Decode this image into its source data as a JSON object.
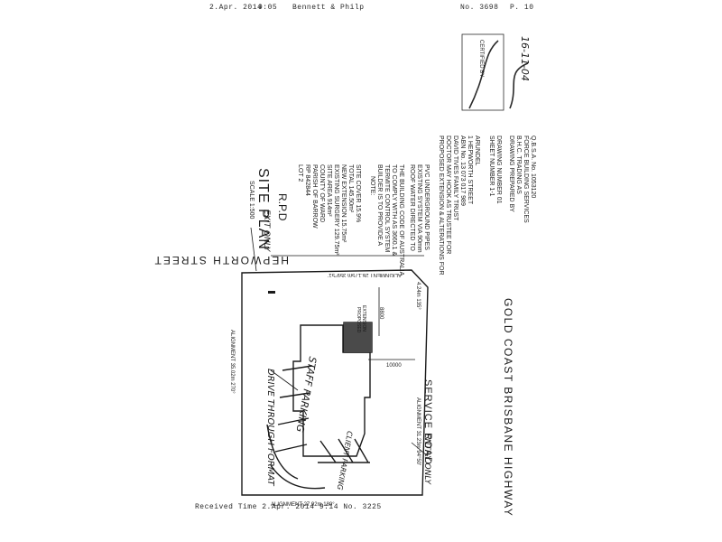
{
  "fax": {
    "header_date": "2.Apr. 2014",
    "header_time": "9:05",
    "header_sender": "Bennett & Philp",
    "header_no": "No. 3698",
    "header_page": "P. 10",
    "footer": "Received Time  2.Apr. 2014  9:14 No. 3225"
  },
  "plan": {
    "title": "SITE PLAN",
    "scale": "SCALE 1:500",
    "rpd_heading": "R.P.D",
    "rpd_lines": [
      "LOT 2",
      "RP 842844",
      "PARISH OF BARROW",
      "COUNTY OF WARD",
      "SITE AREA  914m²",
      "EXISTING SURGERY  129.75m²",
      "NEW EXTENSION  15.75m²",
      "TOTAL  145.50m²",
      "SITE COVER  15.9%"
    ],
    "note_heading": "NOTE:",
    "note_lines": [
      "BUILDER IS TO PROVIDE A",
      "TERMITE CONTROL SYSTEM",
      "TO COMPLY WITH AS 3660.1 &",
      "THE BUILDING CODE OF AUSTRALIA"
    ],
    "roof_lines": [
      "ROOF WATER DIRECTED TO",
      "EXISTING SYSTEM VIA 90mm",
      "PVC UNDERGROUND PIPES"
    ],
    "proposal_lines": [
      "PROPOSED EXTENSION & ALTERATIONS FOR",
      "DOCTOR MAY HOOK AS TRUSTEE FOR",
      "DAVID TIVES FAMILY TRUST",
      "ABN No. 13 073 017 989",
      "1 HEPWORTH STREET",
      "ARUNDEL"
    ],
    "sheet_number": "SHEET NUMBER  1-1",
    "drawing_number": "DRAWING NUMBER  01",
    "prepared_lines": [
      "DRAWING PREPARED BY",
      "B.H.C. TRADING AS",
      "FORCE BUILDING SERVICES",
      "Q.B.S.A. No. 1053120"
    ],
    "stamp": "CERTIFIED BY",
    "date_handwritten": "16-11-04",
    "street_top": "HEPWORTH STREET",
    "road_service": "SERVICE ROAD",
    "road_highway": "GOLD COAST BRISBANE HIGHWAY",
    "dim_top": "ALIGNMENT 26.175m 359°51'",
    "dim_left": "ALIGNMENT 35.02m 270°",
    "dim_bottom_left": "ALIGNMENT 27.92m 180°",
    "dim_right": "ALIGNMENT 31.23m 94°50'",
    "dim_corner": "4.24m 135°",
    "dim_8800": "8800",
    "dim_10000": "10000",
    "proposed_ext_1": "PROPOSED",
    "proposed_ext_2": "EXTENSION",
    "exit_only": "EXIT ONLY",
    "entry_only": "ENTRY ONLY",
    "drive_through": "DRIVE THROUGH FORMAT",
    "staff_parking": "STAFF PARKING",
    "client_parking": "CLIENT PARKING"
  }
}
